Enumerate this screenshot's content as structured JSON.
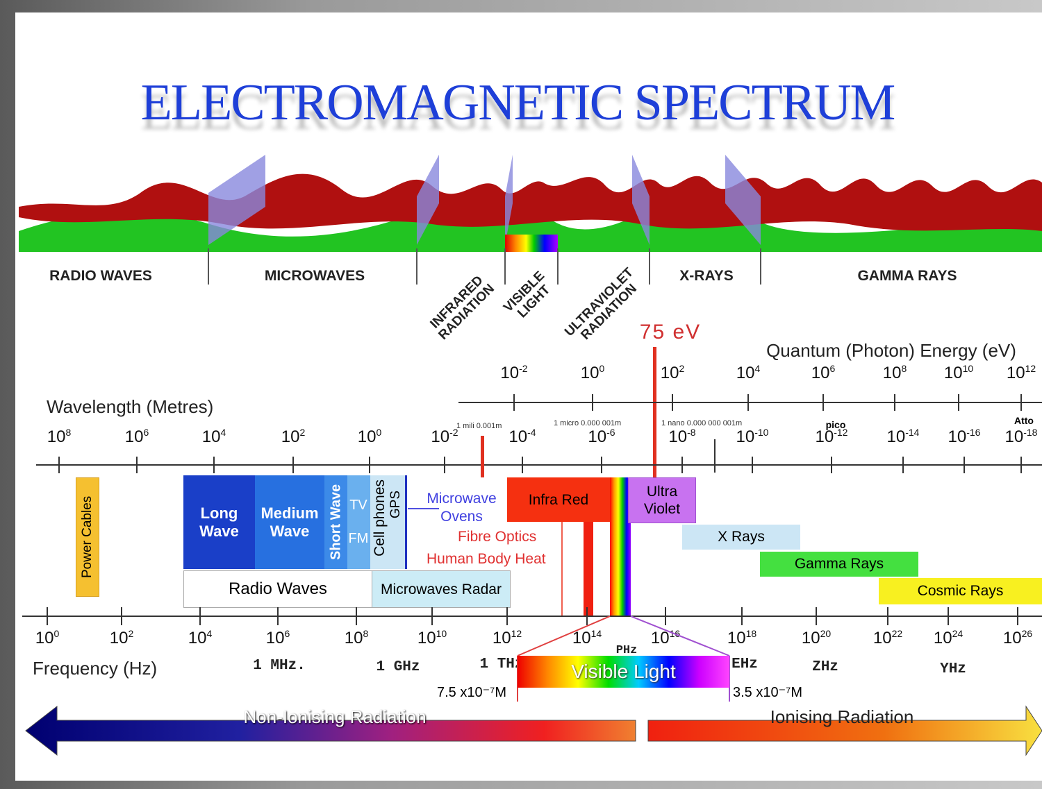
{
  "title": "ELECTROMAGNETIC SPECTRUM",
  "regions": {
    "radio": "RADIO WAVES",
    "microwaves": "MICROWAVES",
    "infrared": "INFRARED RADIATION",
    "visible": "VISIBLE LIGHT",
    "ultraviolet": "ULTRAVIOLET RADIATION",
    "xrays": "X-RAYS",
    "gamma": "GAMMA RAYS"
  },
  "energy": {
    "marker": "75 eV",
    "label": "Quantum (Photon) Energy (eV)",
    "ticks": [
      {
        "b": "10",
        "e": "-2"
      },
      {
        "b": "10",
        "e": "0"
      },
      {
        "b": "10",
        "e": "2"
      },
      {
        "b": "10",
        "e": "4"
      },
      {
        "b": "10",
        "e": "6"
      },
      {
        "b": "10",
        "e": "8"
      },
      {
        "b": "10",
        "e": "10"
      },
      {
        "b": "10",
        "e": "12"
      }
    ]
  },
  "wavelength": {
    "label": "Wavelength (Metres)",
    "ticks": [
      {
        "b": "10",
        "e": "8"
      },
      {
        "b": "10",
        "e": "6"
      },
      {
        "b": "10",
        "e": "4"
      },
      {
        "b": "10",
        "e": "2"
      },
      {
        "b": "10",
        "e": "0"
      },
      {
        "b": "10",
        "e": "-2"
      },
      {
        "b": "10",
        "e": "-4"
      },
      {
        "b": "10",
        "e": "-6"
      },
      {
        "b": "10",
        "e": "-8"
      },
      {
        "b": "10",
        "e": "-10"
      },
      {
        "b": "10",
        "e": "-12"
      },
      {
        "b": "10",
        "e": "-14"
      },
      {
        "b": "10",
        "e": "-16"
      },
      {
        "b": "10",
        "e": "-18"
      }
    ],
    "notes": {
      "mili": "1 mili  0.001m",
      "micro": "1 micro  0.000 001m",
      "nano": "1 nano  0.000 000 001m",
      "pico": "pico",
      "atto": "Atto"
    }
  },
  "bands": {
    "power_cables": "Power Cables",
    "long_wave": "Long Wave",
    "medium_wave": "Medium Wave",
    "short_wave": "Short Wave",
    "tv": "TV",
    "fm": "FM",
    "cell_phones": "Cell phones",
    "gps": "GPS",
    "microwave_ovens": "Microwave Ovens",
    "radio_waves": "Radio Waves",
    "microwaves_radar": "Microwaves Radar",
    "infra_red": "Infra Red",
    "fibre_optics": "Fibre Optics",
    "human_body_heat": "Human Body Heat",
    "ultra_violet": "Ultra Violet",
    "x_rays": "X Rays",
    "gamma_rays": "Gamma Rays",
    "cosmic_rays": "Cosmic Rays"
  },
  "frequency": {
    "label": "Frequency (Hz)",
    "ticks": [
      {
        "b": "10",
        "e": "0"
      },
      {
        "b": "10",
        "e": "2"
      },
      {
        "b": "10",
        "e": "4"
      },
      {
        "b": "10",
        "e": "6"
      },
      {
        "b": "10",
        "e": "8"
      },
      {
        "b": "10",
        "e": "10"
      },
      {
        "b": "10",
        "e": "12"
      },
      {
        "b": "10",
        "e": "14"
      },
      {
        "b": "10",
        "e": "16"
      },
      {
        "b": "10",
        "e": "18"
      },
      {
        "b": "10",
        "e": "20"
      },
      {
        "b": "10",
        "e": "22"
      },
      {
        "b": "10",
        "e": "24"
      },
      {
        "b": "10",
        "e": "26"
      }
    ],
    "units": {
      "mhz": "1 MHz.",
      "ghz": "1 GHz",
      "thz": "1 THz",
      "phz": "PHz",
      "ehz": "EHz",
      "zhz": "ZHz",
      "yhz": "YHz"
    }
  },
  "visible_light": {
    "label": "Visible Light",
    "long_end": "7.5 x10⁻⁷M",
    "short_end": "3.5 x10⁻⁷M"
  },
  "radiation": {
    "non_ionising": "Non-Ionising Radiation",
    "ionising": "Ionising Radiation"
  },
  "colors": {
    "title": "#1e3fd8",
    "wave_red": "#b01010",
    "wave_green": "#22c422",
    "marker_red": "#e03020"
  }
}
